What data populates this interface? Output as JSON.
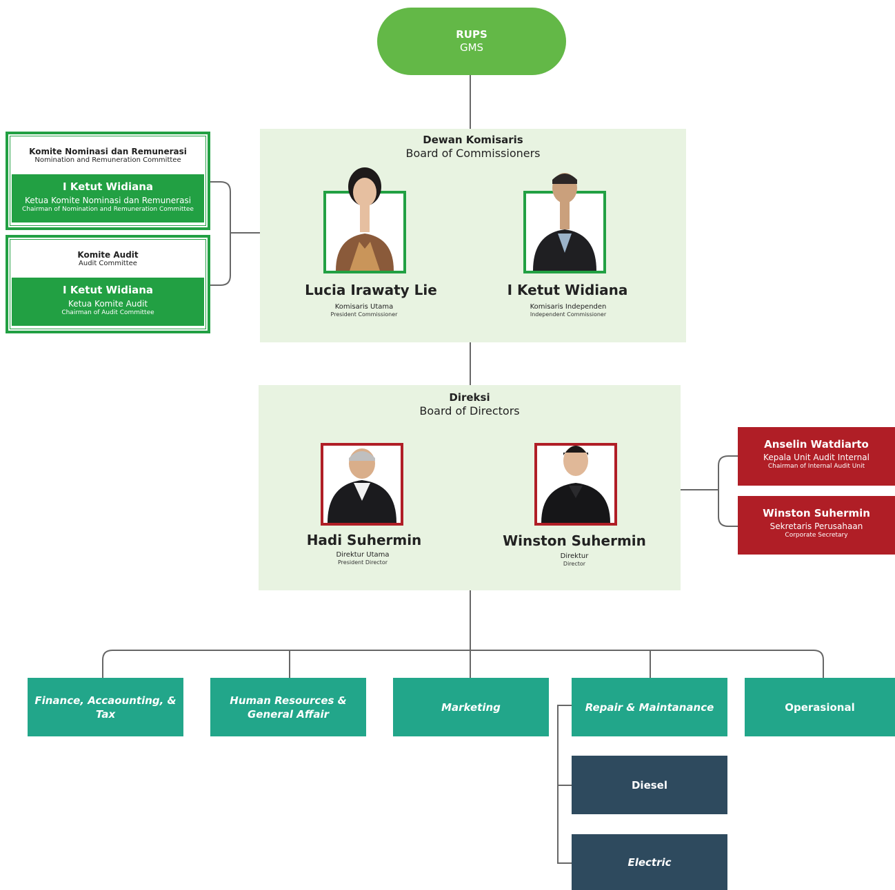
{
  "gms": {
    "title": "RUPS",
    "subtitle": "GMS"
  },
  "commissioners": {
    "title": "Dewan Komisaris",
    "subtitle": "Board of Commissioners",
    "members": [
      {
        "name": "Lucia Irawaty Lie",
        "role": "Komisaris Utama",
        "role_en": "President Commissioner"
      },
      {
        "name": "I Ketut Widiana",
        "role": "Komisaris Independen",
        "role_en": "Independent Commissioner"
      }
    ]
  },
  "committees": [
    {
      "title": "Komite Nominasi dan Remunerasi",
      "subtitle": "Nomination and Remuneration Committee",
      "member": "I Ketut Widiana",
      "role": "Ketua Komite Nominasi dan Remunerasi",
      "role_en": "Chairman of Nomination and Remuneration Committee"
    },
    {
      "title": "Komite Audit",
      "subtitle": "Audit Committee",
      "member": "I Ketut Widiana",
      "role": "Ketua Komite Audit",
      "role_en": "Chairman of Audit Committee"
    }
  ],
  "directors": {
    "title": "Direksi",
    "subtitle": "Board of Directors",
    "members": [
      {
        "name": "Hadi Suhermin",
        "role": "Direktur Utama",
        "role_en": "President Director"
      },
      {
        "name": "Winston Suhermin",
        "role": "Direktur",
        "role_en": "Director"
      }
    ]
  },
  "support_units": [
    {
      "name": "Anselin Watdiarto",
      "role": "Kepala Unit Audit Internal",
      "role_en": "Chairman of Internal Audit Unit"
    },
    {
      "name": "Winston Suhermin",
      "role": "Sekretaris Perusahaan",
      "role_en": "Corporate Secretary"
    }
  ],
  "departments": [
    "Finance, Accaounting, & Tax",
    "Human Resources & General Affair",
    "Marketing",
    "Repair & Maintanance",
    "Operasional"
  ],
  "sub_units": [
    "Diesel",
    "Electric"
  ],
  "colors": {
    "gms": "#63b847",
    "commissioner_frame": "#22a043",
    "director_frame": "#b01e26",
    "panel_bg": "#e8f3e1",
    "department": "#22a68a",
    "sub_unit": "#2e4a5e",
    "connector": "#666666"
  },
  "icons": [
    "person-photo-icon"
  ]
}
